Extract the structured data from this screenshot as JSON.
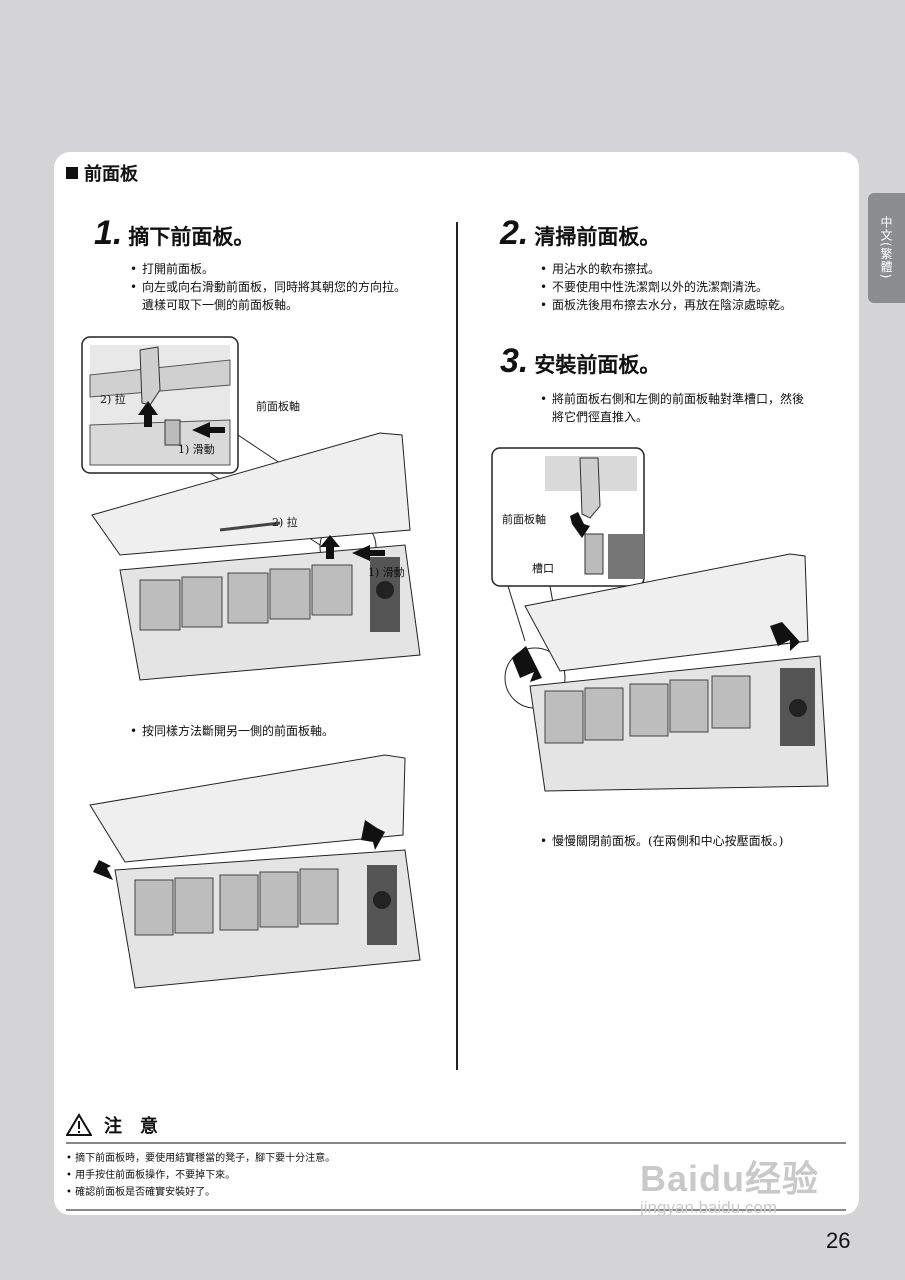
{
  "side_tab": "中文(繁體)",
  "section_title": "前面板",
  "step1": {
    "number": "1.",
    "title": "摘下前面板。",
    "bullets": [
      "打開前面板。",
      "向左或向右滑動前面板，同時將其朝您的方向拉。\n遺樣可取下一側的前面板軸。"
    ],
    "labels": {
      "pull": "2) 拉",
      "slide": "1) 滑動",
      "axis": "前面板軸"
    },
    "note": "按同樣方法斷開另一側的前面板軸。"
  },
  "step2": {
    "number": "2.",
    "title": "清掃前面板。",
    "bullets": [
      "用沾水的軟布擦拭。",
      "不要使用中性洗潔劑以外的洗潔劑清洗。",
      "面板洗後用布擦去水分，再放在陰涼處晾乾。"
    ]
  },
  "step3": {
    "number": "3.",
    "title": "安裝前面板。",
    "bullets": [
      "將前面板右側和左側的前面板軸對準槽口，然後\n將它們徑直推入。"
    ],
    "labels": {
      "axis": "前面板軸",
      "slot": "槽口"
    },
    "note": "慢慢關閉前面板。(在兩側和中心按壓面板。)"
  },
  "caution": {
    "title": "注　意",
    "items": [
      "摘下前面板時，要使用結實穩當的凳子，腳下要十分注意。",
      "用手按住前面板操作，不要掉下來。",
      "確認前面板是否確實安裝好了。"
    ]
  },
  "page_number": "26",
  "watermark": {
    "logo": "Baidu经验",
    "url": "jingyan.baidu.com"
  }
}
